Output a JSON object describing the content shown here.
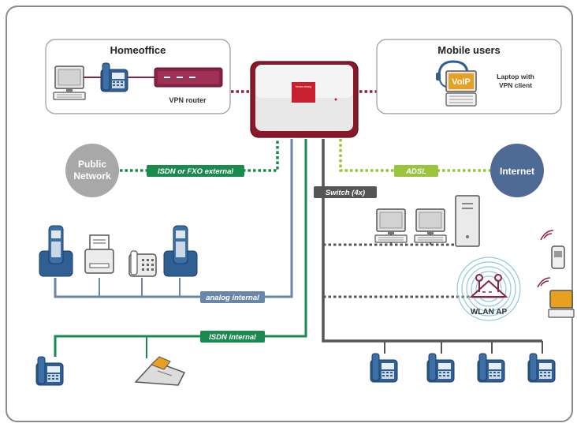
{
  "boxes": {
    "homeoffice": {
      "title": "Homeoffice",
      "router_label": "VPN router"
    },
    "mobile": {
      "title": "Mobile users",
      "caption_line1": "Laptop with",
      "caption_line2": "VPN client",
      "voip_label": "VoIP"
    }
  },
  "device": {
    "brand_label": "bintec elmeg"
  },
  "clouds": {
    "public_network_line1": "Public",
    "public_network_line2": "Network",
    "internet": "Internet"
  },
  "line_labels": {
    "isdn_fxo_external": "ISDN or FXO external",
    "adsl": "ADSL",
    "switch": "Switch (4x)",
    "analog_internal": "analog internal",
    "isdn_internal": "ISDN internal"
  },
  "wlan": {
    "label": "WLAN AP"
  },
  "colors": {
    "frame": "#8a8a8a",
    "vpn_dots": "#8b2246",
    "isdn_green": "#1b8a4f",
    "adsl_green": "#9ac43c",
    "analog_blue": "#6a86a8",
    "switch_grey": "#555555",
    "cloud_grey": "#a8a8a8",
    "internet_blue": "#4e6b95",
    "device_red": "#8a1828"
  }
}
